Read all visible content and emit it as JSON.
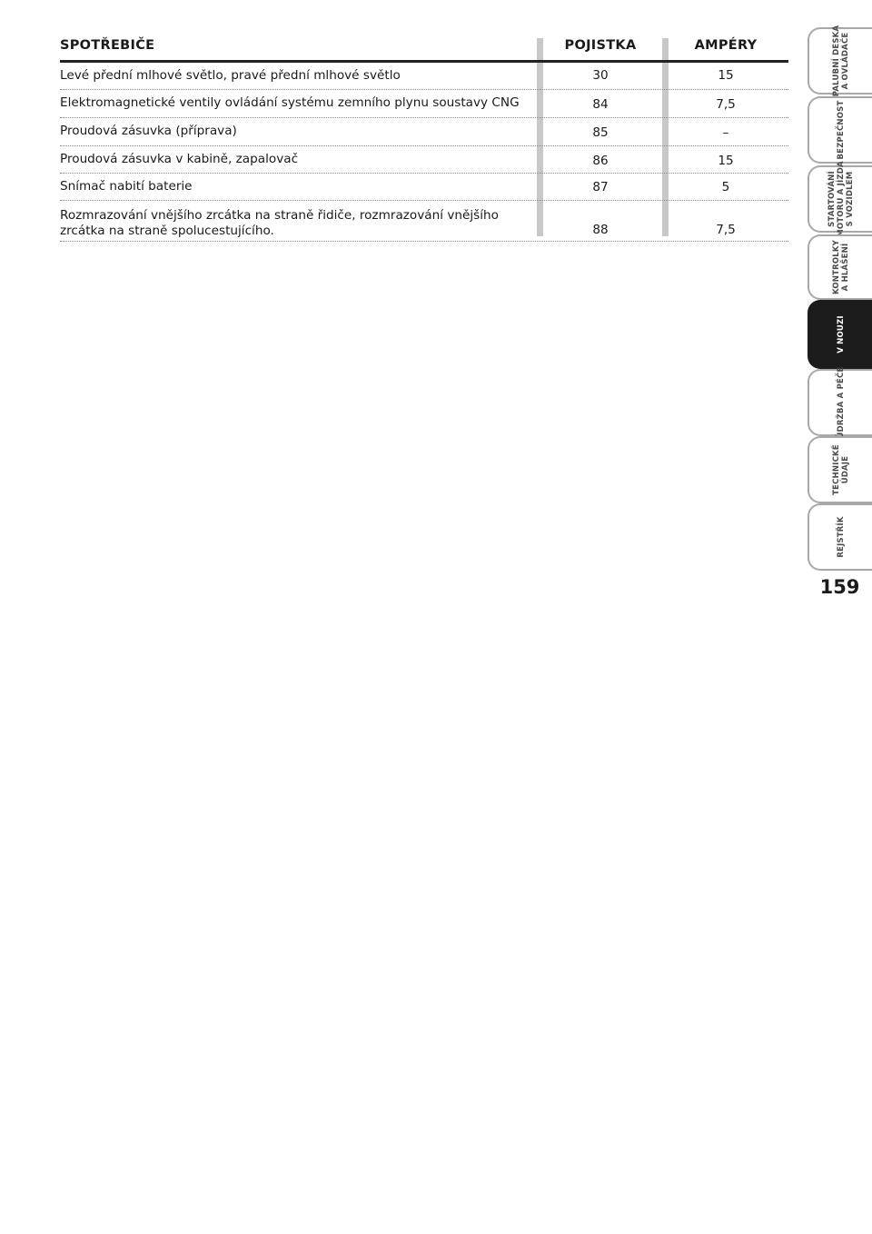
{
  "table": {
    "headers": {
      "consumer": "SPOTŘEBIČE",
      "fuse": "POJISTKA",
      "ampere": "AMPÉRY"
    },
    "rows": [
      {
        "consumer": "Levé přední mlhové světlo, pravé přední mlhové světlo",
        "fuse": "30",
        "ampere": "15"
      },
      {
        "consumer": "Elektromagnetické ventily ovládání systému zemního plynu soustavy CNG",
        "fuse": "84",
        "ampere": "7,5"
      },
      {
        "consumer": "Proudová zásuvka (příprava)",
        "fuse": "85",
        "ampere": "–"
      },
      {
        "consumer": "Proudová zásuvka v kabině, zapalovač",
        "fuse": "86",
        "ampere": "15"
      },
      {
        "consumer": "Snímač nabití baterie",
        "fuse": "87",
        "ampere": "5"
      },
      {
        "consumer": "Rozmrazování vnějšího zrcátka na straně řidiče, rozmrazování vnějšího\nzrcátka na straně spolucestujícího.",
        "fuse": "88",
        "ampere": "7,5"
      }
    ]
  },
  "sidebar": {
    "tabs": [
      {
        "label": "PALUBNÍ DESKA\nA OVLÁDAČE",
        "active": false
      },
      {
        "label": "BEZPEČNOST",
        "active": false
      },
      {
        "label": "STARTOVÁNÍ\nMOTORU A JÍZDA\nS VOZIDLEM",
        "active": false
      },
      {
        "label": "KONTROLKY\nA HLÁŠENÍ",
        "active": false
      },
      {
        "label": "V NOUZI",
        "active": true
      },
      {
        "label": "ÚDRŽBA A PÉČE",
        "active": false
      },
      {
        "label": "TECHNICKÉ\nÚDAJE",
        "active": false
      },
      {
        "label": "REJSTŘÍK",
        "active": false
      }
    ]
  },
  "page_number": "159"
}
